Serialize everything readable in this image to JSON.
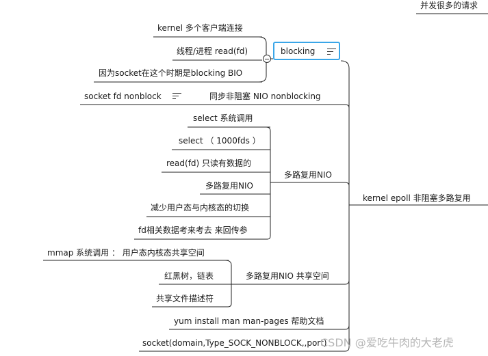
{
  "corner_note": "并发很多的请求",
  "root": "kernel   epoll  非阻塞多路复用",
  "blocking": {
    "topic": "blocking",
    "children": [
      "kernel  多个客户端连接",
      "线程/进程 read(fd)",
      "因为socket在这个时期是blocking  BIO"
    ]
  },
  "nonblocking": {
    "topic": "同步非阻塞    NIO   nonblocking",
    "child": "socket fd nonblock"
  },
  "multiplex": {
    "topic": "多路复用NIO",
    "children": [
      "select 系统调用",
      "select （ 1000fds ）",
      "read(fd) 只读有数据的",
      "多路复用NIO",
      "减少用户态与内核态的切换",
      "fd相关数据考来考去 来回传参"
    ]
  },
  "shared": {
    "topic": "多路复用NIO 共享空间",
    "children": [
      "mmap   系统调用  ：  用户态内核态共享空间",
      "红黑树，链表",
      "共享文件描述符"
    ]
  },
  "yum": "yum install man   man-pages  帮助文档",
  "socket_call": "socket(domain,Type_SOCK_NONBLOCK,,port)",
  "watermark": "CSDN @爱吃牛肉的大老虎"
}
